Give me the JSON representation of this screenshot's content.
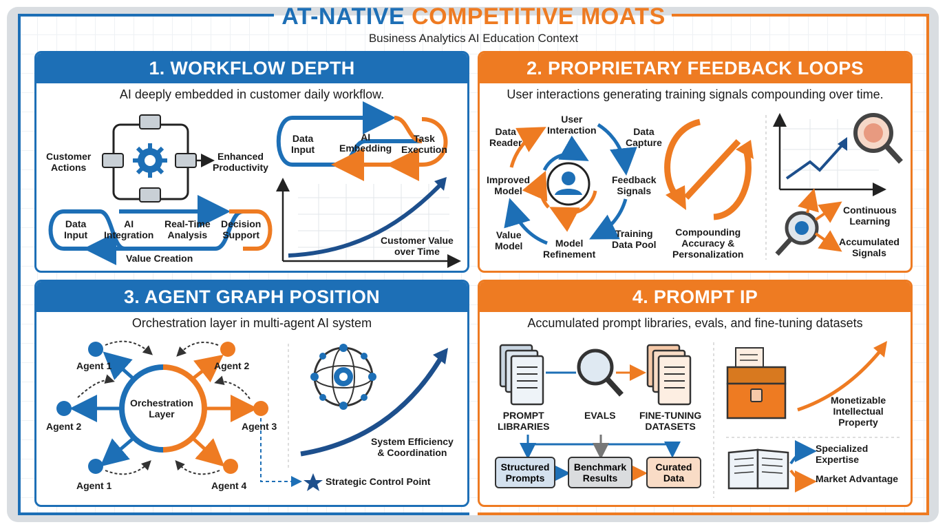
{
  "title": {
    "part1": "AT-NATIVE",
    "part2": "COMPETITIVE MOATS"
  },
  "subtitle": "Business Analytics AI Education Context",
  "colors": {
    "blue": "#1d6fb6",
    "orange": "#ee7b22",
    "gray": "#c9d0d6"
  },
  "panel1": {
    "heading": "1. WORKFLOW DEPTH",
    "caption": "AI deeply embedded in customer daily workflow.",
    "customer_actions": "Customer\nActions",
    "enhanced_productivity": "Enhanced\nProductivity",
    "loop_top": [
      "Data\nInput",
      "AI\nEmbedding",
      "Task\nExecution"
    ],
    "loop_bottom": [
      "Data\nInput",
      "AI\nIntegration",
      "Real-Time\nAnalysis",
      "Decision\nSupport"
    ],
    "value_creation": "Value Creation",
    "chart_label": "Customer Value\nover Time"
  },
  "panel2": {
    "heading": "2. PROPRIETARY FEEDBACK LOOPS",
    "caption": "User interactions generating training signals compounding over time.",
    "cycle": {
      "user_interaction": "User\nInteraction",
      "data_capture": "Data\nCapture",
      "feedback_signals": "Feedback\nSignals",
      "training_data_pool": "Training\nData Pool",
      "model_refinement": "Model\nRefinement",
      "value_model": "Value\nModel",
      "improved_model": "Improved\nModel",
      "data_reader": "Data\nReader"
    },
    "compounding": "Compounding\nAccuracy &\nPersonalization",
    "continuous_learning": "Continuous\nLearning",
    "accumulated_signals": "Accumulated\nSignals"
  },
  "panel3": {
    "heading": "3. AGENT GRAPH POSITION",
    "caption": "Orchestration layer in multi-agent AI system",
    "center": "Orchestration\nLayer",
    "agents": [
      "Agent 1",
      "Agent 2",
      "Agent 2",
      "Agent 3",
      "Agent 1",
      "Agent 4"
    ],
    "efficiency": "System Efficiency\n& Coordination",
    "control_point": "Strategic Control Point"
  },
  "panel4": {
    "heading": "4. PROMPT IP",
    "caption": "Accumulated prompt libraries, evals, and fine-tuning datasets",
    "prompt_libraries": "PROMPT\nLIBRARIES",
    "evals": "EVALS",
    "fine_tuning": "FINE-TUNING\nDATASETS",
    "structured_prompts": "Structured\nPrompts",
    "benchmark_results": "Benchmark\nResults",
    "curated_data": "Curated\nData",
    "monetizable": "Monetizable\nIntellectual\nProperty",
    "specialized": "Specialized\nExpertise",
    "market_advantage": "Market Advantage"
  }
}
